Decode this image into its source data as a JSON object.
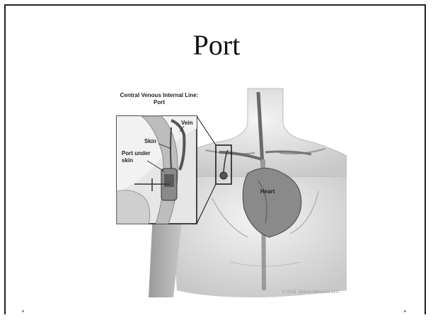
{
  "slide": {
    "title": "Port"
  },
  "figure": {
    "heading_line1": "Central Venous Internal Line:",
    "heading_line2": "Port",
    "labels": {
      "vein": "Vein",
      "skin": "Skin",
      "port_line1": "Port under",
      "port_line2": "skin",
      "heart": "Heart"
    },
    "copyright": "© 2011 Terese Winslow LLC"
  },
  "colors": {
    "frame": "#222222",
    "title": "#111111",
    "illustration_gray": "#bfbfbf"
  }
}
